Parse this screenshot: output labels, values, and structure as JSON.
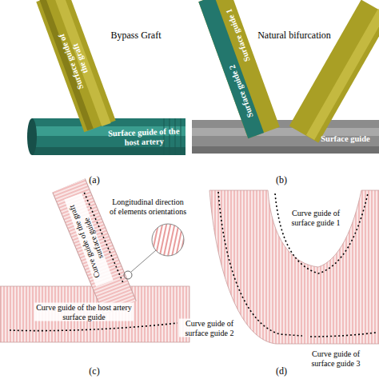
{
  "diagram": {
    "labels": [
      "Surface guide of the graft",
      "Bypass Graft",
      "Surface guide of the host artery",
      "(a)",
      "Surface guide 1",
      "Surface guide 2",
      "Natural bifurcation",
      "Surface guide",
      "(b)",
      "Curve guide of the graft surface guide",
      "Longitudinal direction of elements orientations",
      "Curve guide of the host artery surface guide",
      "(c)",
      "Curve guide of surface guide 2",
      "Curve guide of surface guide 1",
      "Curve guide of surface guide 3",
      "(d)"
    ]
  }
}
